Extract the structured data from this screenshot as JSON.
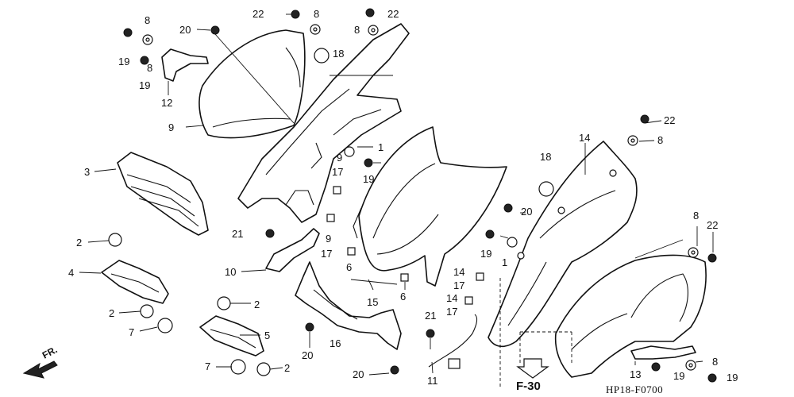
{
  "diagram": {
    "code": "HP18-F0700",
    "ref": "F-30",
    "direction": "FR.",
    "callouts": [
      {
        "id": "c22a",
        "text": "22"
      },
      {
        "id": "c8a",
        "text": "8"
      },
      {
        "id": "c8b",
        "text": "8"
      },
      {
        "id": "c22b",
        "text": "22"
      },
      {
        "id": "c20a",
        "text": "20"
      },
      {
        "id": "c8c",
        "text": "8"
      },
      {
        "id": "c19a",
        "text": "19"
      },
      {
        "id": "c19b",
        "text": "19"
      },
      {
        "id": "c12",
        "text": "12"
      },
      {
        "id": "c18a",
        "text": "18"
      },
      {
        "id": "c8d",
        "text": "8"
      },
      {
        "id": "c9a",
        "text": "9"
      },
      {
        "id": "c3",
        "text": "3"
      },
      {
        "id": "c1a",
        "text": "1"
      },
      {
        "id": "c9b",
        "text": "9"
      },
      {
        "id": "c19c",
        "text": "19"
      },
      {
        "id": "c17a",
        "text": "17"
      },
      {
        "id": "c21a",
        "text": "21"
      },
      {
        "id": "c9c",
        "text": "9"
      },
      {
        "id": "c17b",
        "text": "17"
      },
      {
        "id": "c2a",
        "text": "2"
      },
      {
        "id": "c10",
        "text": "10"
      },
      {
        "id": "c4",
        "text": "4"
      },
      {
        "id": "c6a",
        "text": "6"
      },
      {
        "id": "c15",
        "text": "15"
      },
      {
        "id": "c6b",
        "text": "6"
      },
      {
        "id": "c2b",
        "text": "2"
      },
      {
        "id": "c2c",
        "text": "2"
      },
      {
        "id": "c7a",
        "text": "7"
      },
      {
        "id": "c5",
        "text": "5"
      },
      {
        "id": "c16",
        "text": "16"
      },
      {
        "id": "c20b",
        "text": "20"
      },
      {
        "id": "c7b",
        "text": "7"
      },
      {
        "id": "c2d",
        "text": "2"
      },
      {
        "id": "c20c",
        "text": "20"
      },
      {
        "id": "c21b",
        "text": "21"
      },
      {
        "id": "c11",
        "text": "11"
      },
      {
        "id": "c14a",
        "text": "14"
      },
      {
        "id": "c17c",
        "text": "17"
      },
      {
        "id": "c14b",
        "text": "14"
      },
      {
        "id": "c17d",
        "text": "17"
      },
      {
        "id": "c14c",
        "text": "14"
      },
      {
        "id": "c18b",
        "text": "18"
      },
      {
        "id": "c20d",
        "text": "20"
      },
      {
        "id": "c19d",
        "text": "19"
      },
      {
        "id": "c1b",
        "text": "1"
      },
      {
        "id": "c22c",
        "text": "22"
      },
      {
        "id": "c8e",
        "text": "8"
      },
      {
        "id": "c8f",
        "text": "8"
      },
      {
        "id": "c22d",
        "text": "22"
      },
      {
        "id": "c8g",
        "text": "8"
      },
      {
        "id": "c13",
        "text": "13"
      },
      {
        "id": "c19e",
        "text": "19"
      },
      {
        "id": "c19f",
        "text": "19"
      }
    ]
  }
}
